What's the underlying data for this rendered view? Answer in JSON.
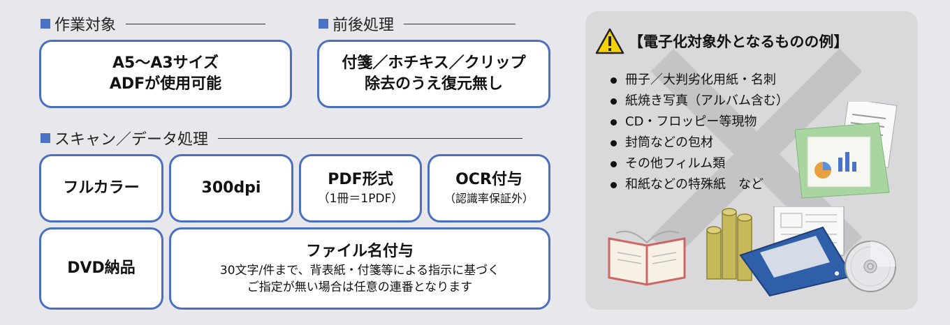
{
  "sections": {
    "work_target": "作業対象",
    "pre_post": "前後処理",
    "scan_data": "スキャン／データ処理"
  },
  "boxes": {
    "size_line1": "A5～A3サイズ",
    "size_line2": "ADFが使用可能",
    "remove_line1": "付箋／ホチキス／クリップ",
    "remove_line2": "除去のうえ復元無し",
    "fullcolor": "フルカラー",
    "dpi": "300dpi",
    "pdf_title": "PDF形式",
    "pdf_sub": "（1冊＝1PDF）",
    "ocr_title": "OCR付与",
    "ocr_sub": "（認識率保証外）",
    "dvd": "DVD納品",
    "filename_title": "ファイル名付与",
    "filename_line1": "30文字/件まで、背表紙・付箋等による指示に基づく",
    "filename_line2": "ご指定が無い場合は任意の連番となります"
  },
  "panel": {
    "title": "【電子化対象外となるものの例】",
    "items": [
      "冊子／大判劣化用紙・名刺",
      "紙焼き写真（アルバム含む）",
      "CD・フロッピー等現物",
      "封筒などの包材",
      "その他フィルム類",
      "和紙などの特殊紙　など"
    ]
  },
  "colors": {
    "accent": "#4a6fc0",
    "warning": "#f5d300"
  },
  "icons": [
    "warning-icon",
    "cross-mark",
    "book-icon",
    "rolls-icon",
    "folder-icon",
    "disc-icon",
    "document-icon"
  ]
}
